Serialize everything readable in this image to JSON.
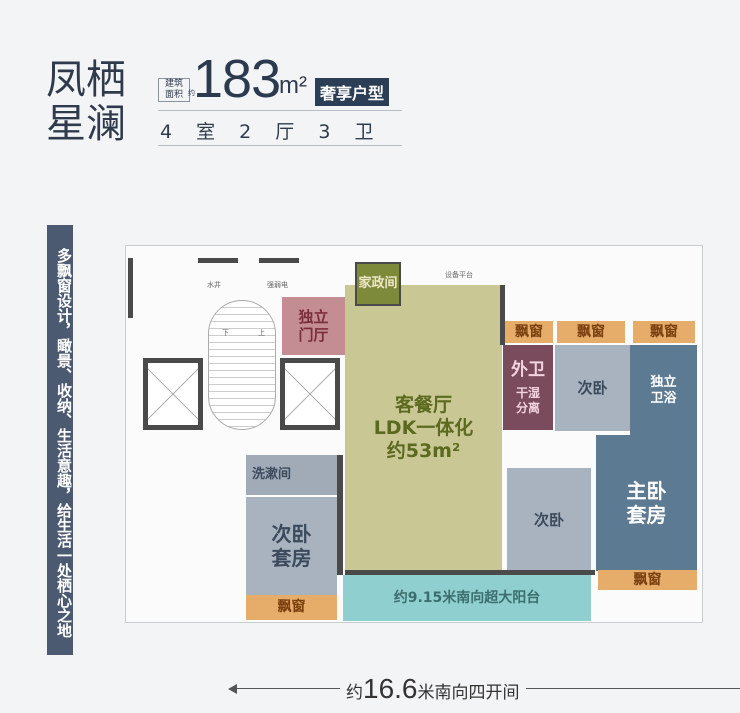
{
  "header": {
    "project_name": [
      "凤栖",
      "星澜"
    ],
    "area_label": [
      "建筑",
      "面积"
    ],
    "area_prefix": "约",
    "area_value": "183",
    "area_unit": "m²",
    "type_badge": "奢享户型",
    "layout": "4 室 2 厅 3 卫"
  },
  "banner": "多飘窗设计，瞰景、收纳、生活意趣，给生活一处栖心之地",
  "rooms": {
    "foyer": "独立门厅",
    "housekeeping": "家政间",
    "ldk": [
      "客餐厅",
      "LDK一体化",
      "约53m²"
    ],
    "guest_bath": "外卫",
    "guest_bath_note": "干湿分离",
    "bedroom2": "次卧",
    "bedroom3": "次卧",
    "ensuite_bath": "独立卫浴",
    "master": [
      "主卧",
      "套房"
    ],
    "washroom": "洗漱间",
    "bedroom_suite": [
      "次卧",
      "套房"
    ],
    "balcony": "约9.15米南向超大阳台",
    "bay_window": "飘窗"
  },
  "small_labels": {
    "water_well": "水井",
    "electrical": "强弱电",
    "equipment": "设备平台",
    "down": "下",
    "up": "上"
  },
  "dimension": {
    "prefix": "约",
    "value": "16.6",
    "suffix": "米南向四开间"
  },
  "colors": {
    "foyer": "#c48d93",
    "housekeeping": "#7d8a3a",
    "ldk": "#c9c794",
    "guest_bath": "#7a4a5d",
    "bay": "#e6ad6a",
    "secondary": "#a9b3bf",
    "master": "#5c7a92",
    "balcony": "#8fcfcf"
  }
}
